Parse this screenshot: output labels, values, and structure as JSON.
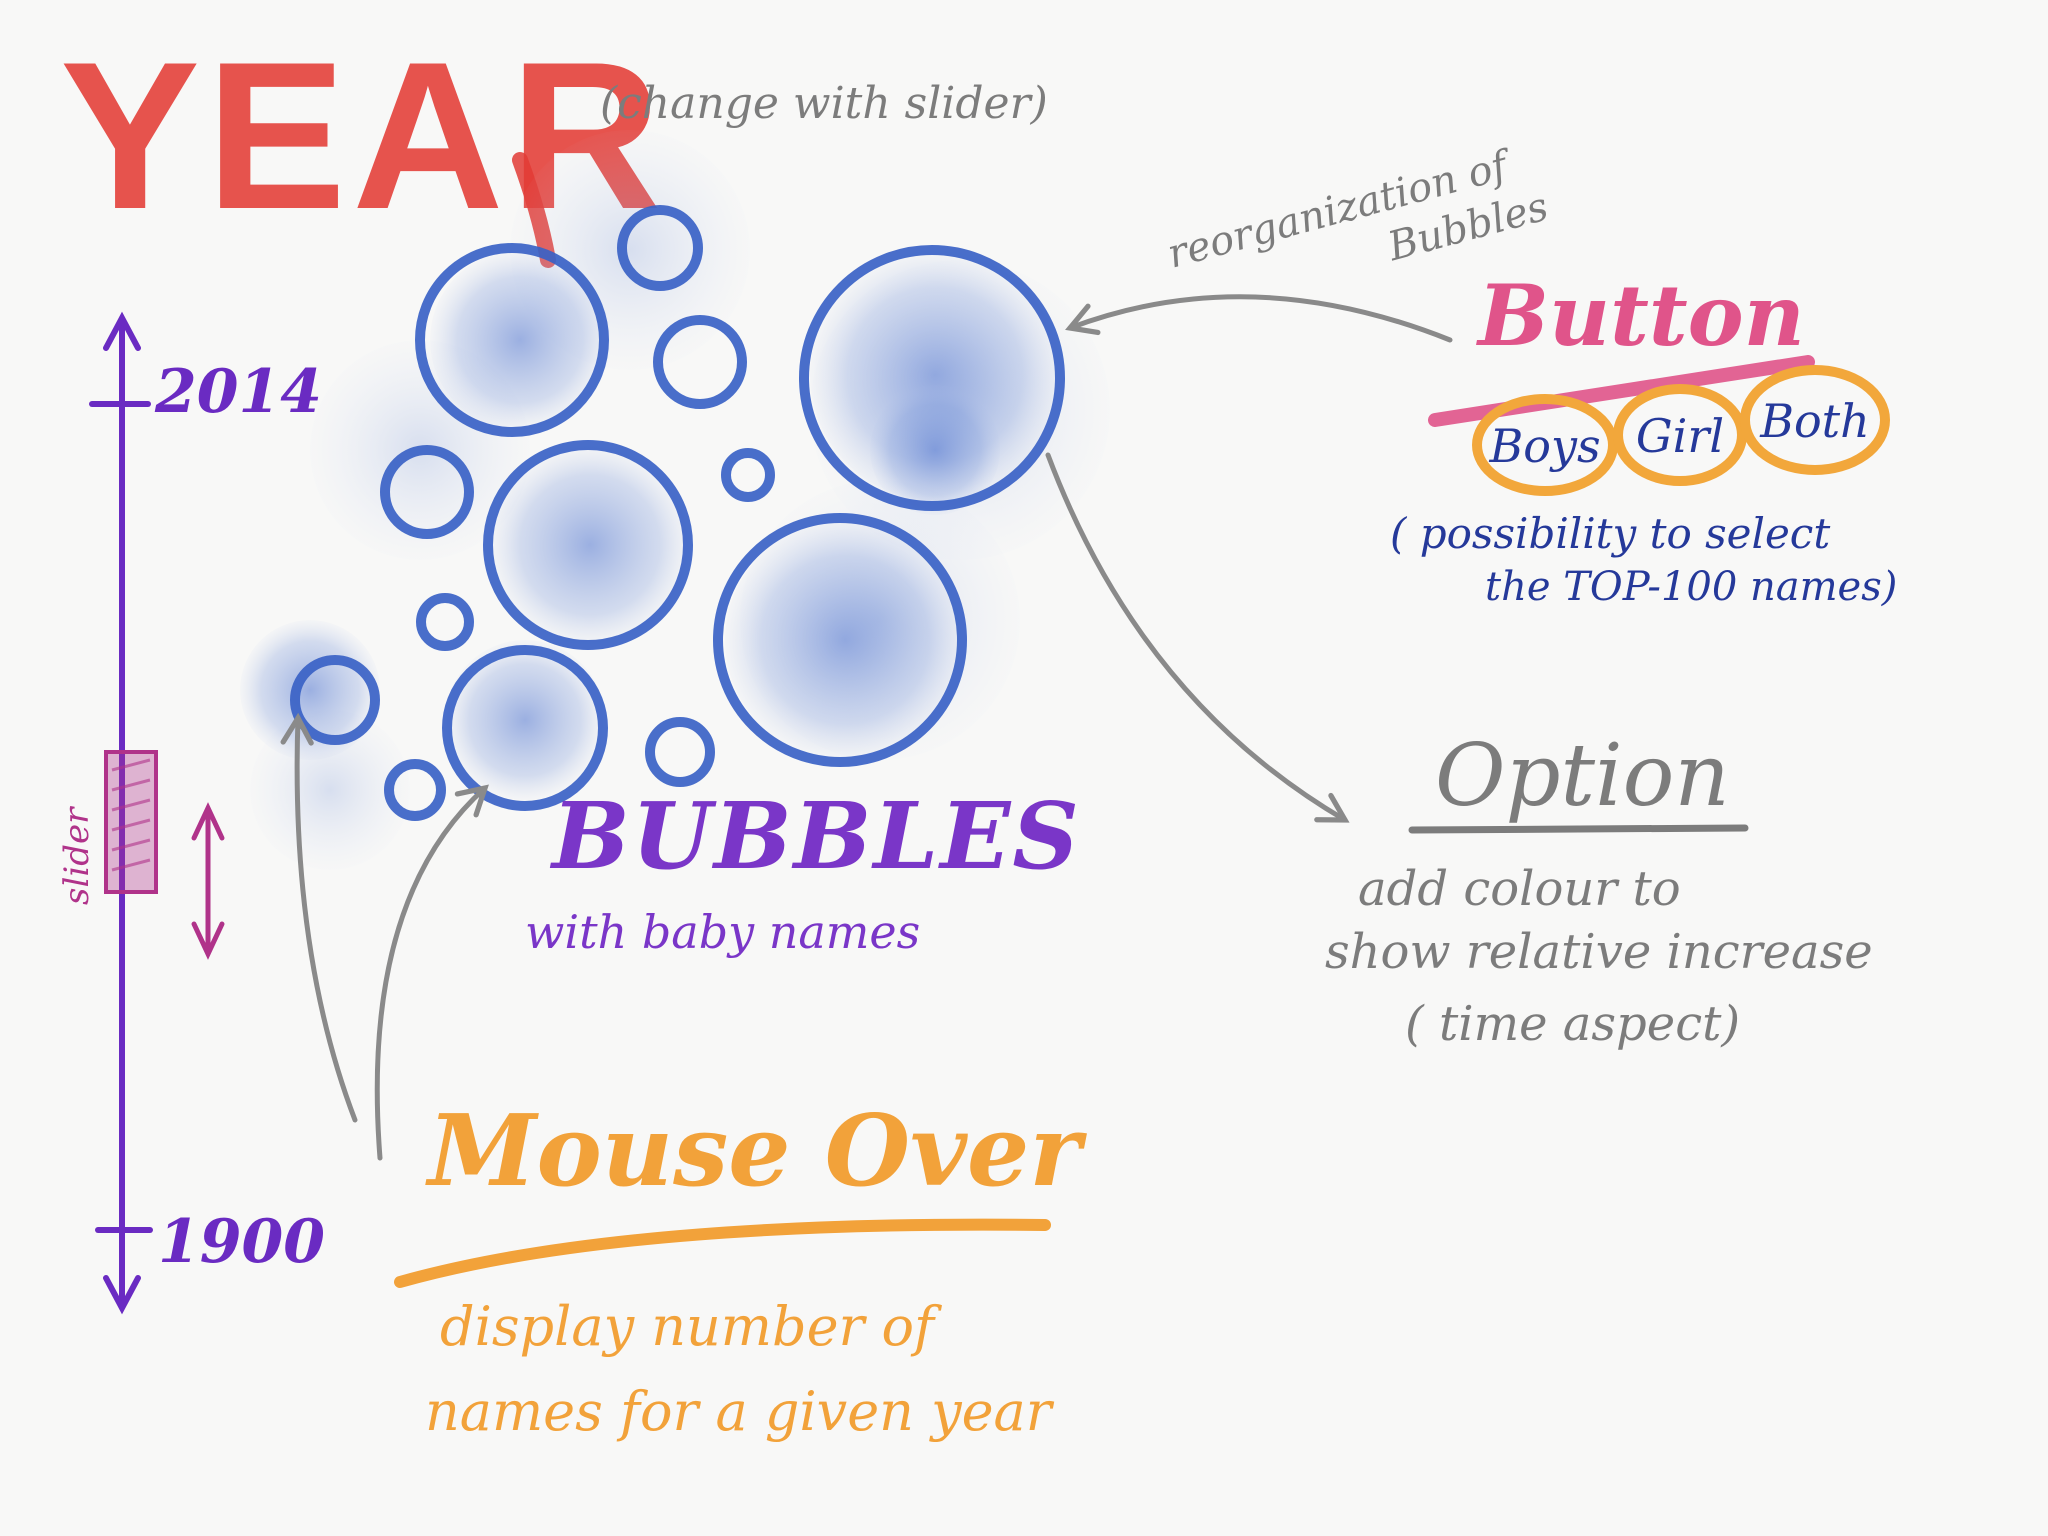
{
  "title": "YEAR",
  "title_note": "(change with slider)",
  "slider": {
    "top_label": "2014",
    "bottom_label": "1900",
    "handle_label": "slider"
  },
  "bubbles": {
    "label": "BUBBLES",
    "sublabel": "with baby names"
  },
  "reorganization_note": {
    "line1": "reorganization of",
    "line2": "Bubbles"
  },
  "button": {
    "label": "Button",
    "options": [
      "Boys",
      "Girl",
      "Both"
    ],
    "note_line1": "( possibility to select",
    "note_line2": "the TOP-100 names)"
  },
  "option": {
    "label": "Option",
    "line1": "add colour to",
    "line2": "show relative increase",
    "line3": "( time aspect)"
  },
  "mouse_over": {
    "label": "Mouse Over",
    "line1": "display number of",
    "line2": "names for a given year"
  },
  "colors": {
    "title": "#e23b35",
    "slider": "#6a2bc2",
    "handle": "#b0338a",
    "bubble_stroke": "#3a62c6",
    "bubble_wash": "#6e8fd6",
    "bubbles_label": "#7a36c8",
    "button_label": "#e0548a",
    "button_option_ring": "#f2a73b",
    "button_note": "#25399a",
    "option": "#7c7c7c",
    "mouse_over": "#f2a23a",
    "arrow": "#8a8a8a"
  }
}
